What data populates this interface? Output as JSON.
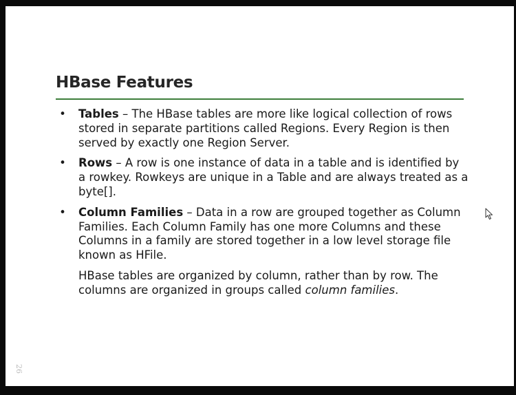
{
  "slide": {
    "title": "HBase Features",
    "accent_color": "#3c7d3a",
    "bullets": [
      {
        "term": "Tables",
        "text": " – The HBase tables are more like logical collection of rows stored in separate partitions called Regions. Every Region is then served by exactly one Region Server."
      },
      {
        "term": "Rows",
        "text": " – A row is one instance of data in a table and is identified by a rowkey. Rowkeys are unique in a Table and are always treated as a byte[]."
      },
      {
        "term": "Column Families",
        "text": " – Data in a row are grouped together as Column Families. Each Column Family has one more Columns and these Columns in a family are stored together in a low level storage file known as HFile."
      }
    ],
    "paragraph": {
      "text": "HBase tables are organized by column, rather than by row. The columns are organized in groups called ",
      "emphasis": "column families",
      "end": "."
    },
    "bullet_glyph": "•",
    "page_number": "26"
  },
  "cursor": {
    "icon": "mouse-pointer-icon"
  }
}
